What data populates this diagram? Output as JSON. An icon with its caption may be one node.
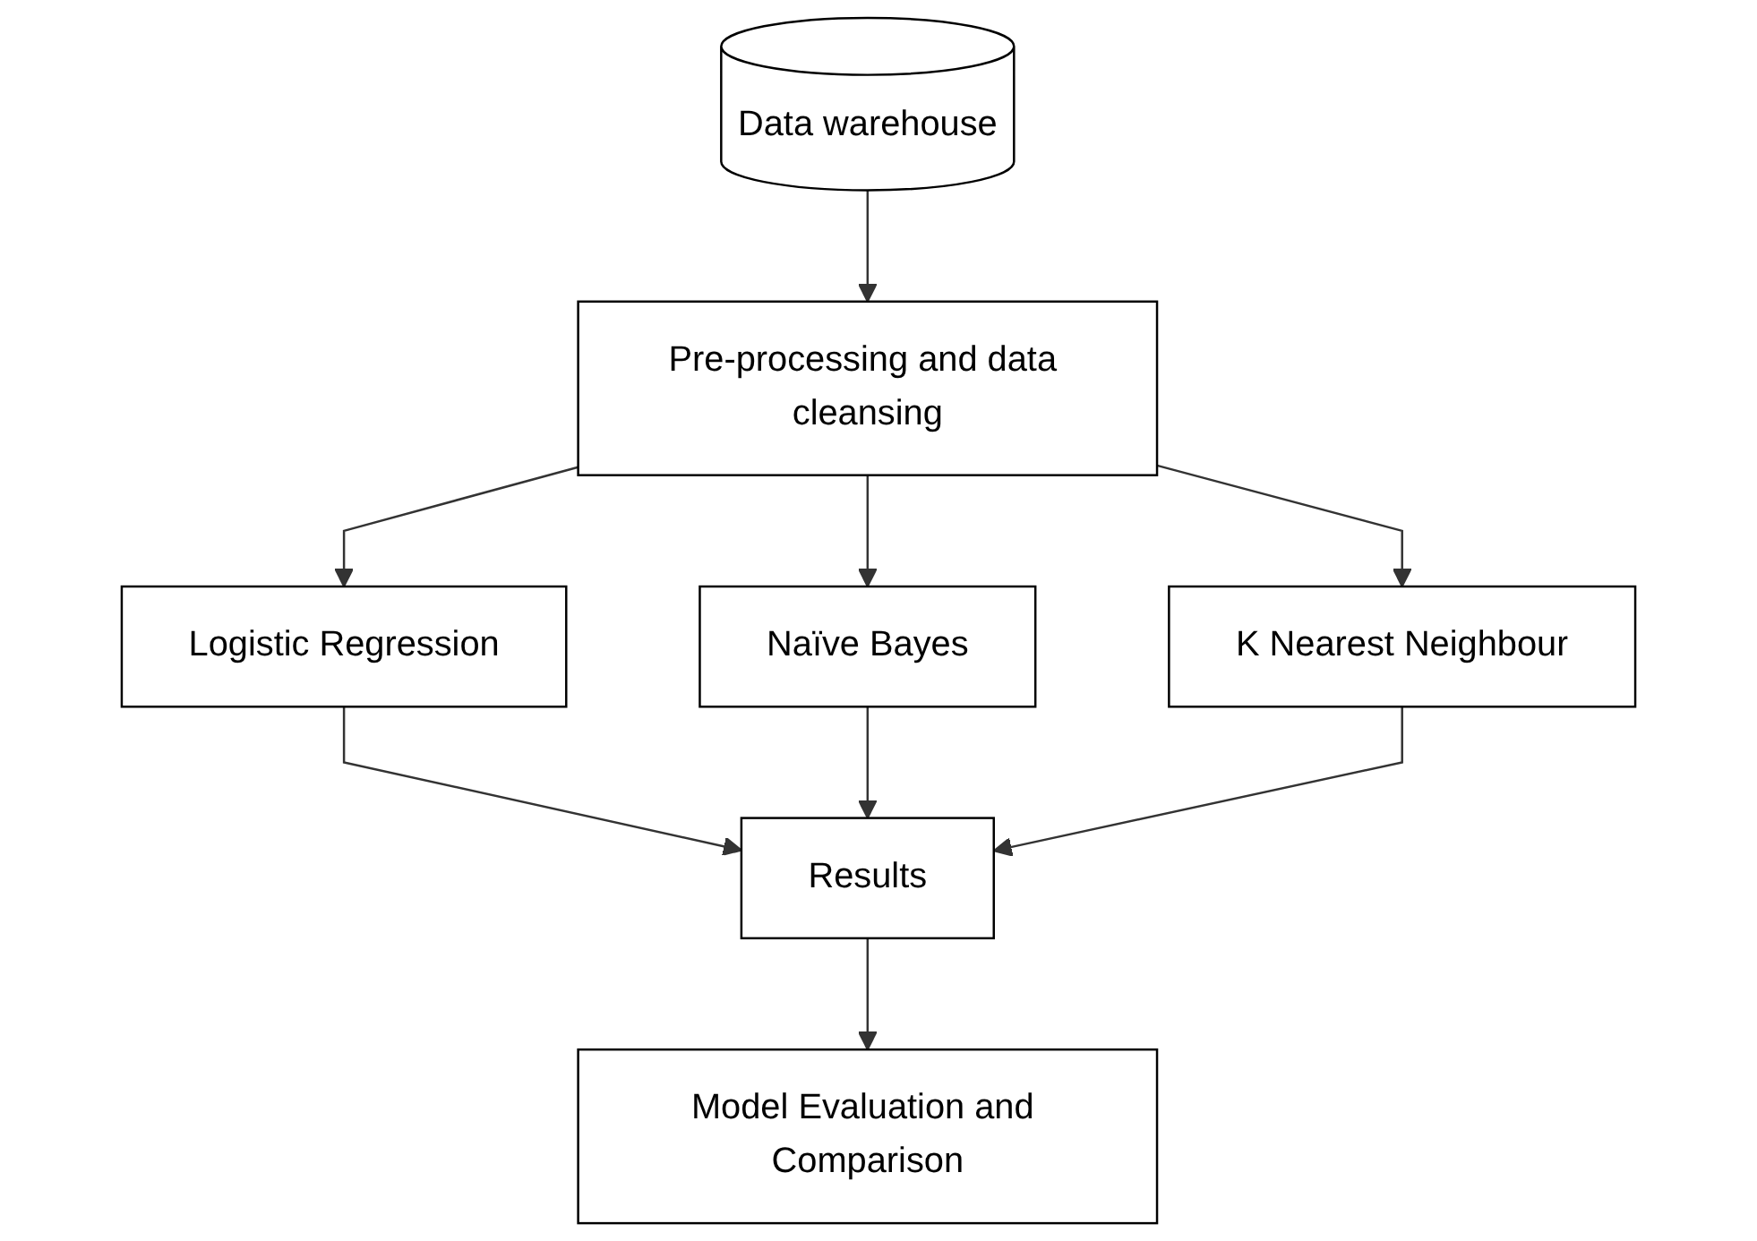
{
  "diagram": {
    "nodes": [
      {
        "text": [
          "Data warehouse"
        ]
      },
      {
        "text": [
          "Pre-processing and data cleansing"
        ]
      },
      {
        "text": [
          "Logistic Regression"
        ]
      },
      {
        "text": [
          "Naïve Bayes"
        ]
      },
      {
        "text": [
          "K Nearest Neighbour"
        ]
      },
      {
        "text": [
          "Results"
        ]
      },
      {
        "text": [
          "Model Evaluation and Comparison"
        ]
      }
    ],
    "edges": [
      {
        "from": 0,
        "to": 1,
        "arrow": "to"
      },
      {
        "from": 1,
        "to": 2,
        "arrow": "to"
      },
      {
        "from": 1,
        "to": 3,
        "arrow": "to"
      },
      {
        "from": 1,
        "to": 4,
        "arrow": "to"
      },
      {
        "from": 2,
        "to": 5,
        "arrow": "to"
      },
      {
        "from": 3,
        "to": 5,
        "arrow": "to"
      },
      {
        "from": 4,
        "to": 5,
        "arrow": "to"
      },
      {
        "from": 5,
        "to": 6,
        "arrow": "to"
      }
    ]
  }
}
